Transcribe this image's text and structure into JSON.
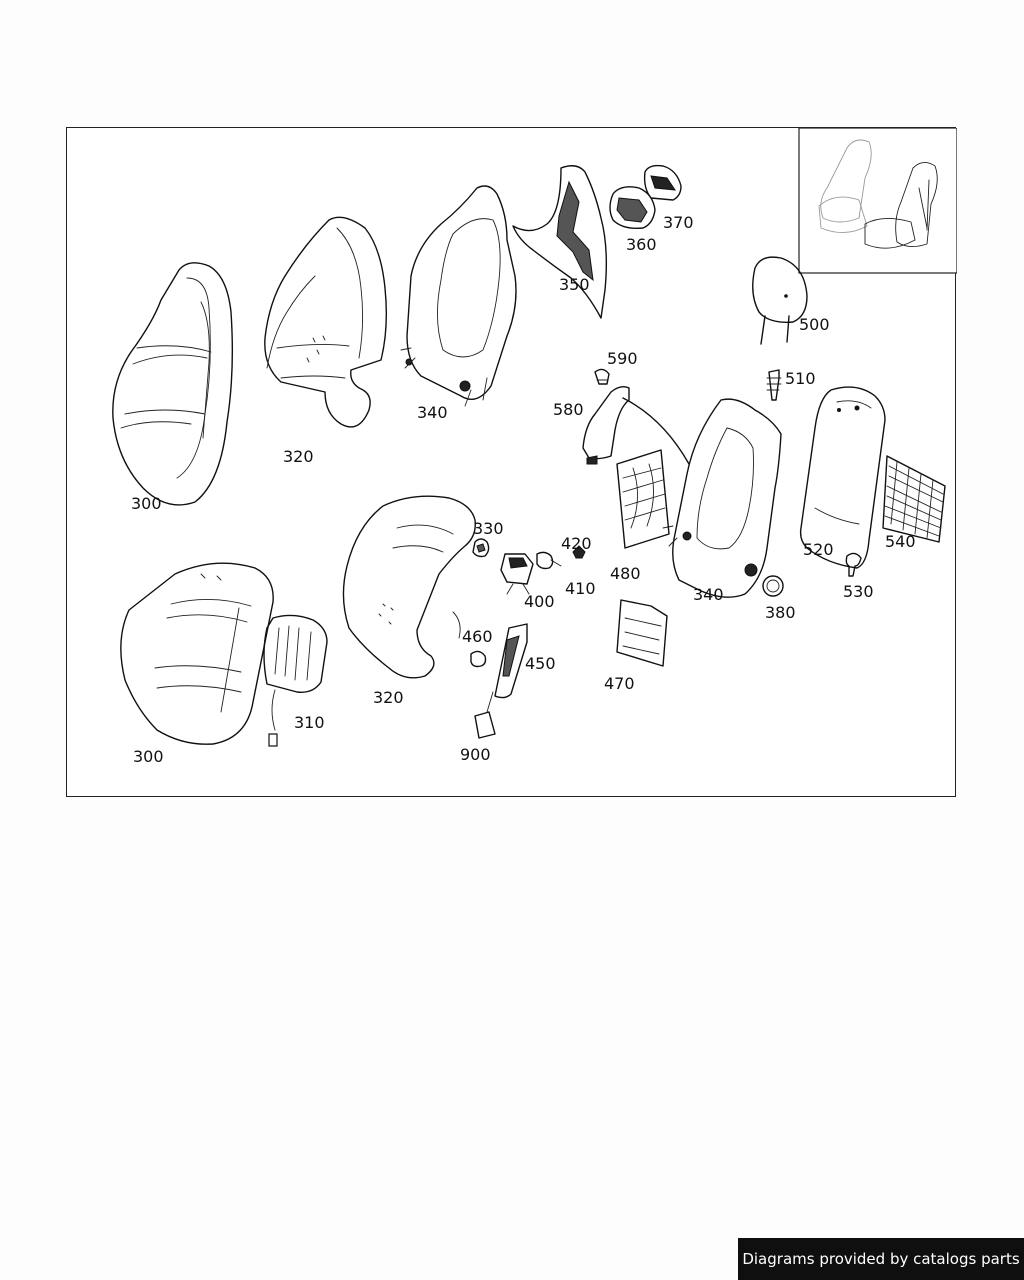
{
  "diagram": {
    "labels": {
      "p300a": "300",
      "p300b": "300",
      "p310": "310",
      "p320a": "320",
      "p320b": "320",
      "p330": "330",
      "p340a": "340",
      "p340b": "340",
      "p350": "350",
      "p360": "360",
      "p370": "370",
      "p380": "380",
      "p400": "400",
      "p410": "410",
      "p420": "420",
      "p450": "450",
      "p460": "460",
      "p470": "470",
      "p480": "480",
      "p500": "500",
      "p510": "510",
      "p520": "520",
      "p530": "530",
      "p540": "540",
      "p580": "580",
      "p590": "590",
      "p900": "900"
    }
  },
  "footer": {
    "credit": "Diagrams provided by catalogs parts"
  }
}
